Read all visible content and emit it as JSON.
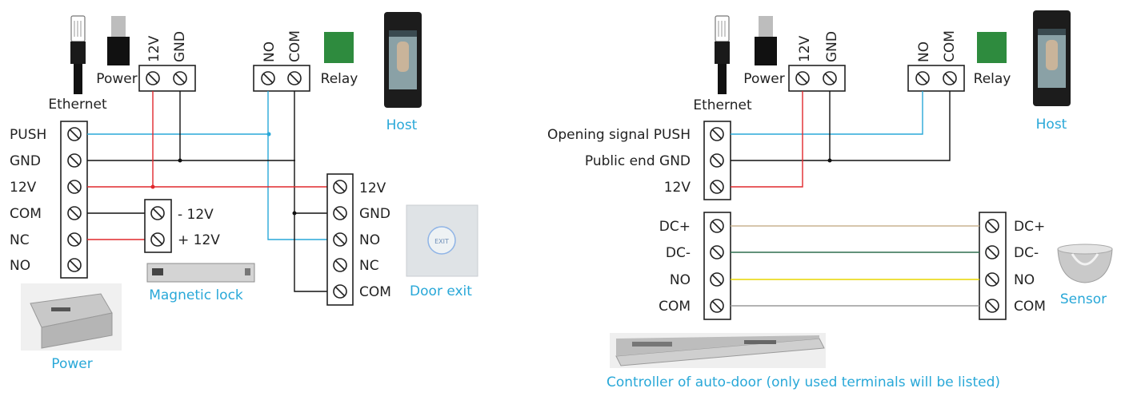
{
  "colors": {
    "blue": "#29a8d8",
    "black": "#111111",
    "red": "#e0282d",
    "relay_green": "#2e8b3e",
    "wire_tan": "#c8b490",
    "wire_green": "#2f6f4e",
    "wire_yellow": "#e8d600",
    "wire_gray": "#9a9a9a"
  },
  "left": {
    "power_label": "Power",
    "ethernet_label": "Ethernet",
    "top_terminal": [
      "12V",
      "GND"
    ],
    "relay_terminal": [
      "NO",
      "COM"
    ],
    "relay_label": "Relay",
    "host_caption": "Host",
    "power_terminals": [
      "PUSH",
      "GND",
      "12V",
      "COM",
      "NC",
      "NO"
    ],
    "lock_terminals": [
      "- 12V",
      "+ 12V"
    ],
    "lock_caption": "Magnetic lock",
    "exit_terminals": [
      "12V",
      "GND",
      "NO",
      "NC",
      "COM"
    ],
    "exit_button_text": "EXIT",
    "exit_caption": "Door exit",
    "power_caption": "Power"
  },
  "right": {
    "power_label": "Power",
    "ethernet_label": "Ethernet",
    "top_terminal": [
      "12V",
      "GND"
    ],
    "relay_terminal": [
      "NO",
      "COM"
    ],
    "relay_label": "Relay",
    "host_caption": "Host",
    "signal_terminals": [
      "Opening signal PUSH",
      "Public end GND",
      "12V"
    ],
    "controller_terminals": [
      "DC+",
      "DC-",
      "NO",
      "COM"
    ],
    "sensor_terminals": [
      "DC+",
      "DC-",
      "NO",
      "COM"
    ],
    "sensor_caption": "Sensor",
    "controller_caption": "Controller of auto-door (only used terminals will be listed)"
  }
}
